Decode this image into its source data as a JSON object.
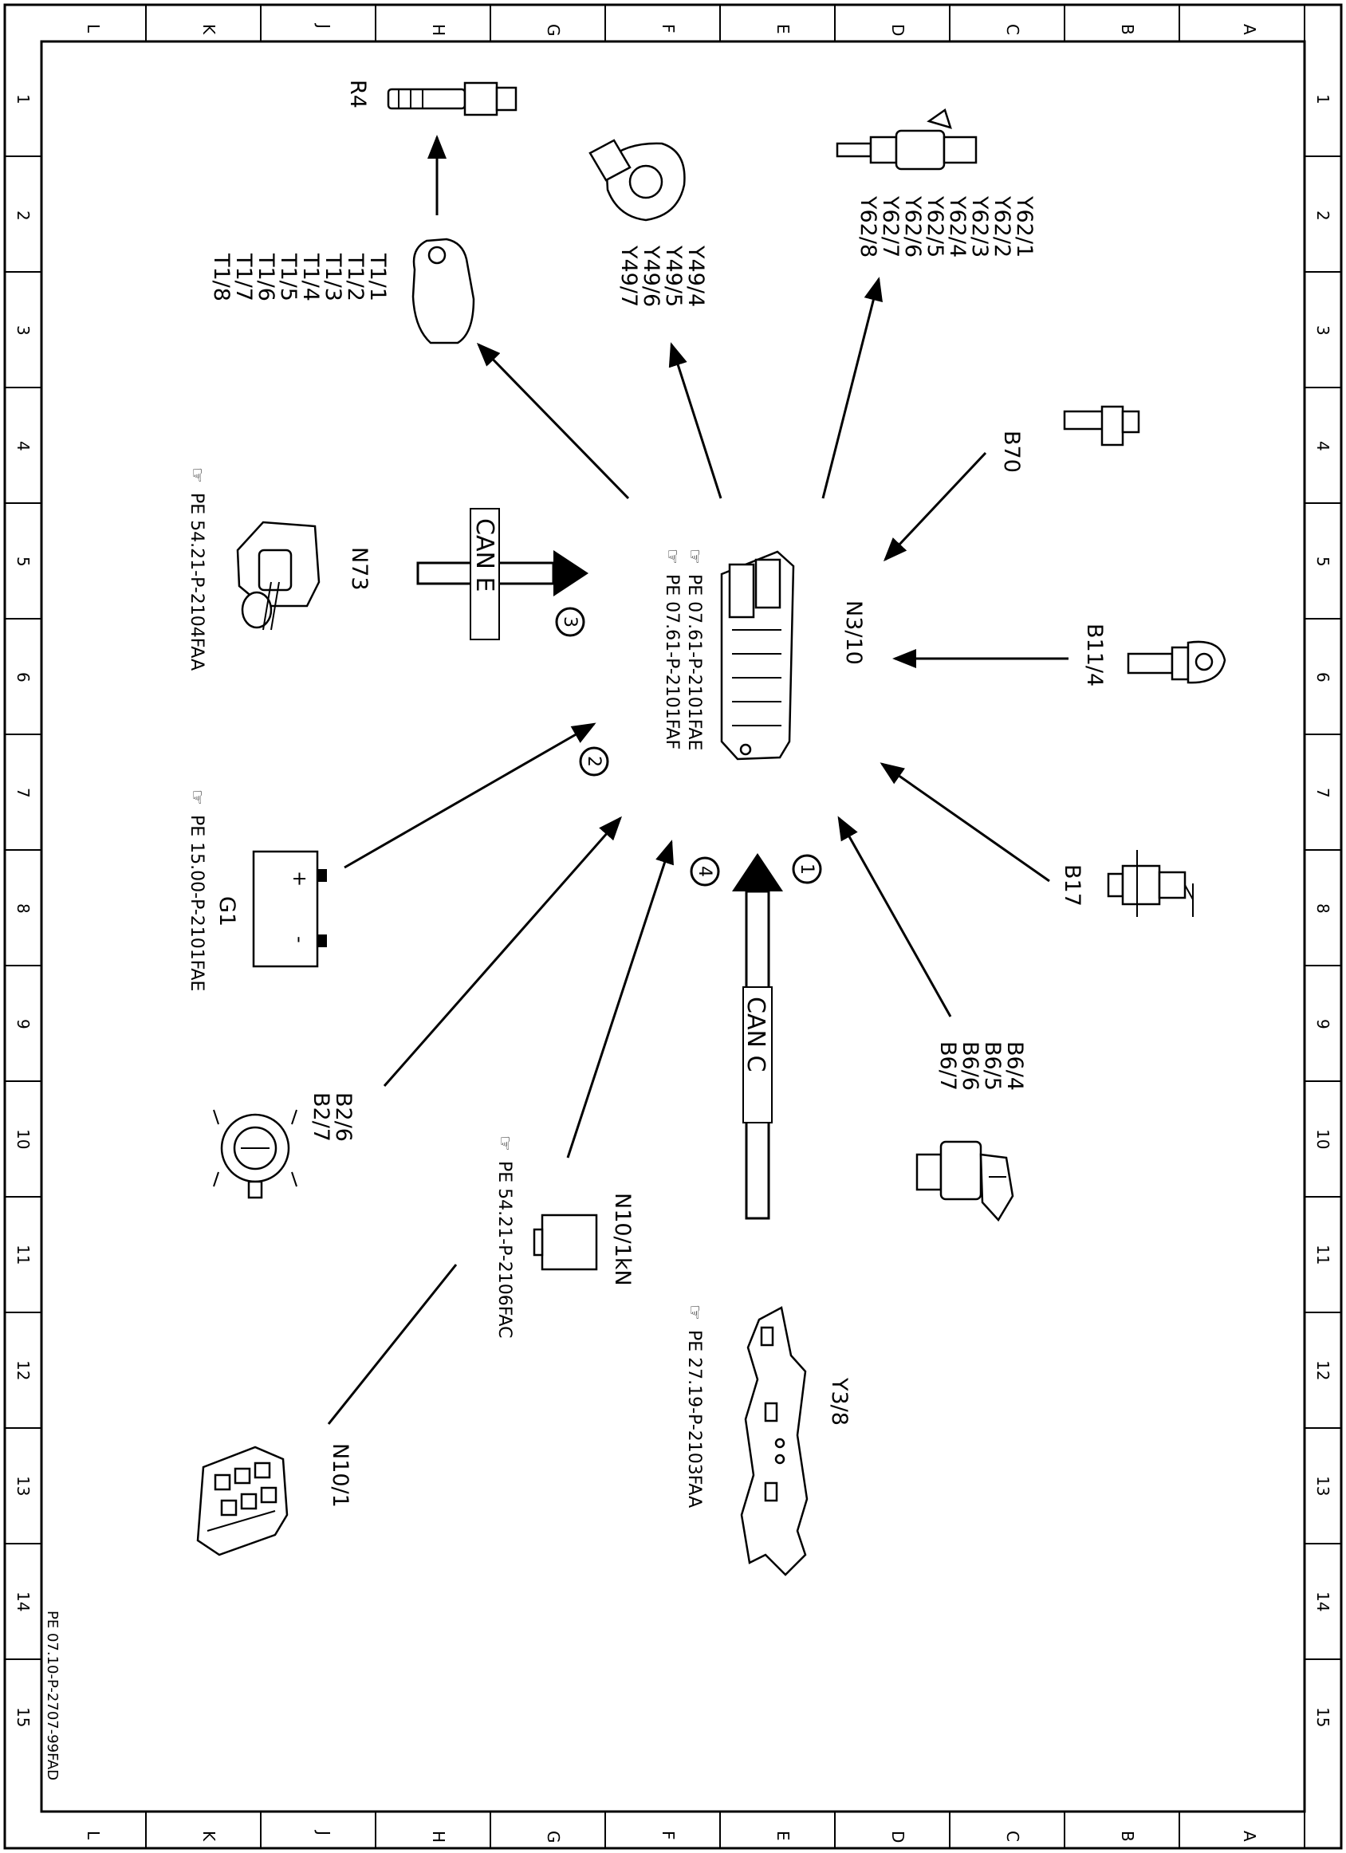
{
  "frame": {
    "letters": [
      "L",
      "K",
      "J",
      "H",
      "G",
      "F",
      "E",
      "D",
      "C",
      "B",
      "A"
    ],
    "numbers": [
      "1",
      "2",
      "3",
      "4",
      "5",
      "6",
      "7",
      "8",
      "9",
      "10",
      "11",
      "12",
      "13",
      "14",
      "15"
    ]
  },
  "components": {
    "N3_10": "N3/10",
    "R4": "R4",
    "T1": [
      "T1/1",
      "T1/2",
      "T1/3",
      "T1/4",
      "T1/5",
      "T1/6",
      "T1/7",
      "T1/8"
    ],
    "Y49": [
      "Y49/4",
      "Y49/5",
      "Y49/6",
      "Y49/7"
    ],
    "Y62": [
      "Y62/1",
      "Y62/2",
      "Y62/3",
      "Y62/4",
      "Y62/5",
      "Y62/6",
      "Y62/7",
      "Y62/8"
    ],
    "B70": "B70",
    "B11_4": "B11/4",
    "B17": "B17",
    "B6": [
      "B6/4",
      "B6/5",
      "B6/6",
      "B6/7"
    ],
    "Y3_8": "Y3/8",
    "N10_1KN": "N10/1kN",
    "N10_1": "N10/1",
    "B2": [
      "B2/6",
      "B2/7"
    ],
    "G1": "G1",
    "N73": "N73"
  },
  "bus": {
    "can_e": "CAN E",
    "can_c": "CAN C"
  },
  "circle_marks": [
    "1",
    "2",
    "3",
    "4"
  ],
  "references": {
    "n3_10_a": "PE 07.61-P-2101FAE",
    "n3_10_b": "PE 07.61-P-2101FAF",
    "n73": "PE 54.21-P-2104FAA",
    "g1": "PE 15.00-P-2101FAE",
    "n10": "PE 54.21-P-2106FAC",
    "y3_8": "PE 27.19-P-2103FAA"
  },
  "footer": "PE 07.10-P-2707-99FAD",
  "ref_icon": "pointing-hand-icon"
}
